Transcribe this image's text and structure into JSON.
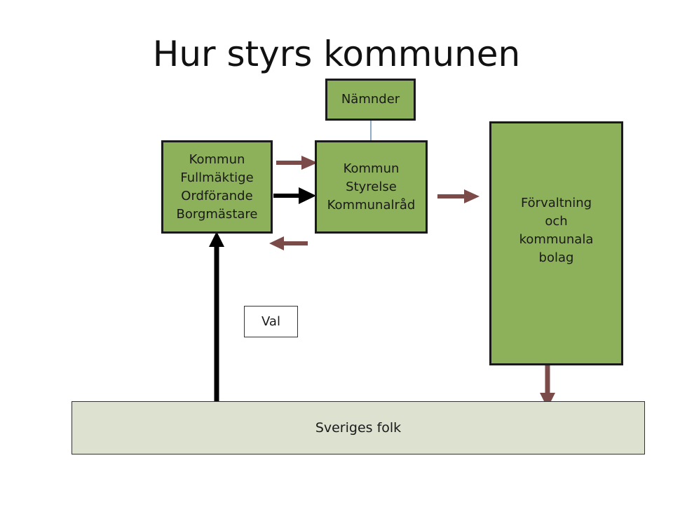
{
  "title": "Hur styrs kommunen",
  "boxes": {
    "namnder": {
      "lines": [
        "Nämnder"
      ]
    },
    "fullmaktige": {
      "lines": [
        "Kommun",
        "Fullmäktige",
        "Ordförande",
        "Borgmästare"
      ]
    },
    "styrelse": {
      "lines": [
        "Kommun",
        "Styrelse",
        "Kommunalråd"
      ]
    },
    "forvaltning": {
      "lines": [
        "Förvaltning",
        "och",
        "kommunala",
        "bolag"
      ]
    },
    "val": {
      "lines": [
        "Val"
      ]
    },
    "folk": {
      "lines": [
        "Sveriges folk"
      ]
    }
  },
  "colors": {
    "box_fill": "#8db05a",
    "folk_fill": "#dde2d0",
    "arrow_brown": "#7b4b4a",
    "arrow_black": "#000000"
  }
}
